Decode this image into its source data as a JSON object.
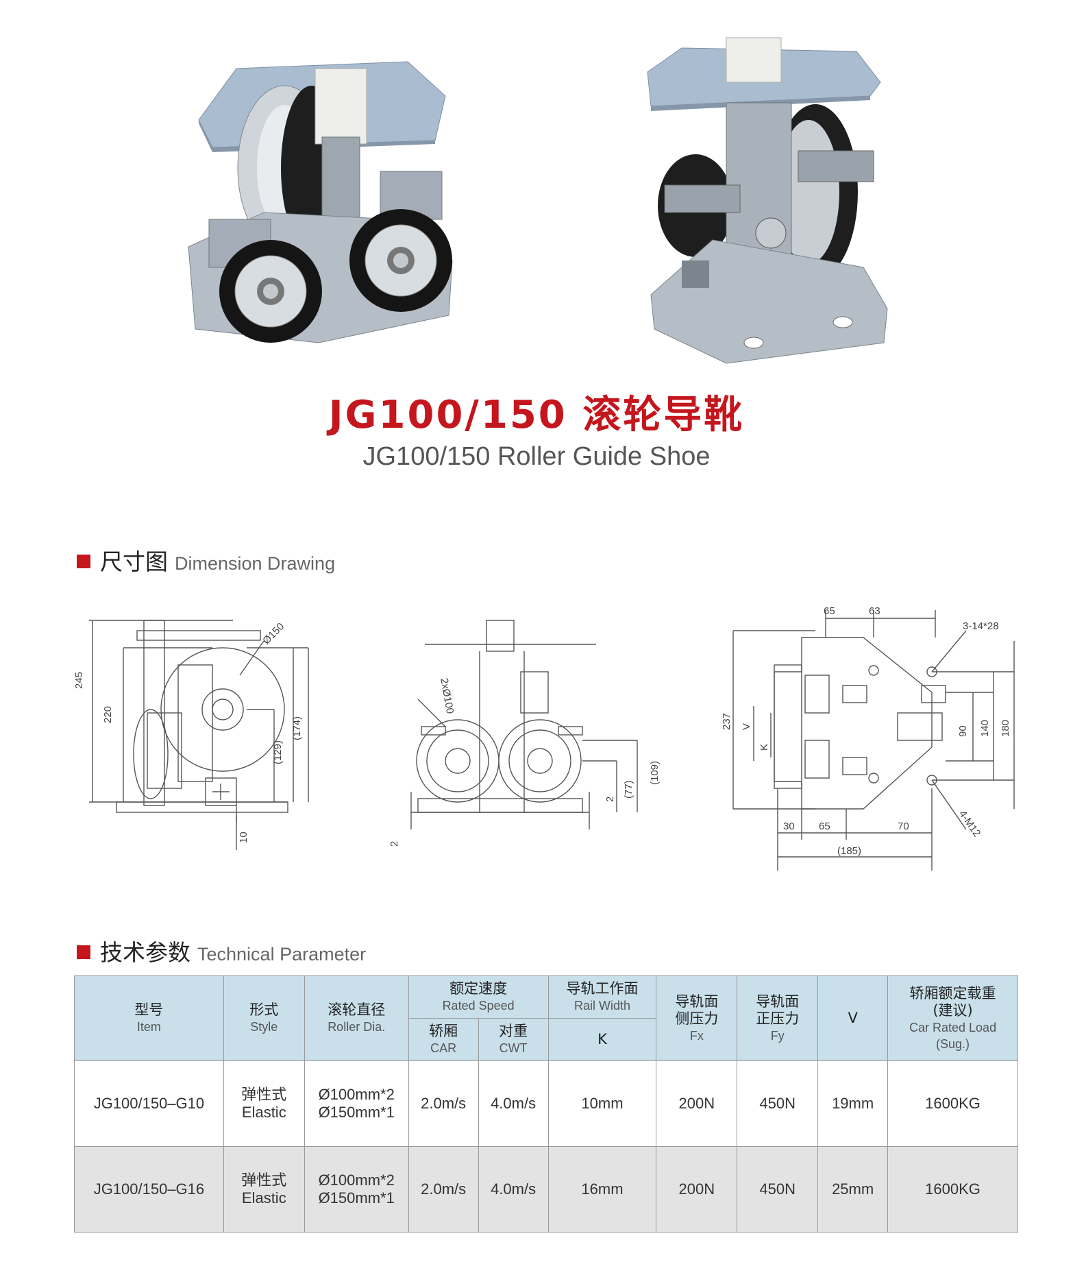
{
  "product": {
    "title_cn": "JG100/150 滚轮导靴",
    "title_en": "JG100/150 Roller Guide Shoe"
  },
  "sections": {
    "dimension": {
      "cn": "尺寸图",
      "en": "Dimension Drawing"
    },
    "technical": {
      "cn": "技术参数",
      "en": "Technical Parameter"
    }
  },
  "drawing_labels": {
    "side": {
      "d245": "245",
      "d220": "220",
      "d129": "(129)",
      "d174": "(174)",
      "d10": "10",
      "dia150": "Ø150"
    },
    "front": {
      "dia100": "2xØ100",
      "d2a": "2",
      "d2b": "2",
      "d77": "(77)",
      "d109": "(109)"
    },
    "top": {
      "d65a": "65",
      "d63": "63",
      "holes": "3-14*28",
      "d237": "237",
      "v": "V",
      "k": "K",
      "d90": "90",
      "d140": "140",
      "d180": "180",
      "d30": "30",
      "d65b": "65",
      "d70": "70",
      "d185": "(185)",
      "bolts": "4-M12"
    }
  },
  "table": {
    "headers": {
      "item": {
        "cn": "型号",
        "en": "Item"
      },
      "style": {
        "cn": "形式",
        "en": "Style"
      },
      "roller": {
        "cn": "滚轮直径",
        "en": "Roller Dia."
      },
      "speed": {
        "cn": "额定速度",
        "en": "Rated Speed"
      },
      "car": {
        "cn": "轿厢",
        "en": "CAR"
      },
      "cwt": {
        "cn": "对重",
        "en": "CWT"
      },
      "rail": {
        "cn": "导轨工作面",
        "en": "Rail Width"
      },
      "k": "K",
      "fx": {
        "cn1": "导轨面",
        "cn2": "侧压力",
        "en": "Fx"
      },
      "fy": {
        "cn1": "导轨面",
        "cn2": "正压力",
        "en": "Fy"
      },
      "v": "V",
      "load": {
        "cn1": "轿厢额定载重",
        "cn2": "(建议)",
        "en1": "Car Rated Load",
        "en2": "(Sug.)"
      }
    },
    "rows": [
      {
        "item": "JG100/150–G10",
        "style_cn": "弹性式",
        "style_en": "Elastic",
        "roller1": "Ø100mm*2",
        "roller2": "Ø150mm*1",
        "car": "2.0m/s",
        "cwt": "4.0m/s",
        "k": "10mm",
        "fx": "200N",
        "fy": "450N",
        "v": "19mm",
        "load": "1600KG"
      },
      {
        "item": "JG100/150–G16",
        "style_cn": "弹性式",
        "style_en": "Elastic",
        "roller1": "Ø100mm*2",
        "roller2": "Ø150mm*1",
        "car": "2.0m/s",
        "cwt": "4.0m/s",
        "k": "16mm",
        "fx": "200N",
        "fy": "450N",
        "v": "25mm",
        "load": "1600KG"
      }
    ]
  }
}
